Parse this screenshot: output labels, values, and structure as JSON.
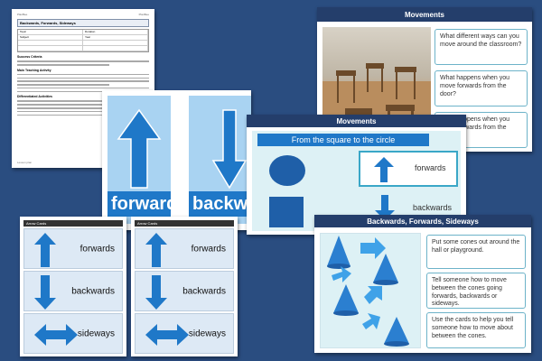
{
  "lesson_plan": {
    "title": "Backwards, Forwards, Sideways",
    "brand": "PlanBee",
    "fields": [
      "Topic",
      "Subject",
      "Year",
      "Duration"
    ],
    "section_heads": [
      "Success Criteria",
      "Main Teaching Activity",
      "Differentiated Activities"
    ],
    "footer": "Lesson plan"
  },
  "big_cards": {
    "card1": {
      "word": "forwards",
      "arrow": "up-arrow"
    },
    "card2": {
      "word": "backwards",
      "arrow": "down-arrow"
    }
  },
  "arrow_sheets": [
    {
      "title": "Arrow Cards",
      "labels": [
        "forwards",
        "backwards",
        "sideways"
      ]
    },
    {
      "title": "Arrow Cards",
      "labels": [
        "forwards",
        "backwards",
        "sideways"
      ]
    }
  ],
  "slide1": {
    "header": "Movements",
    "questions": [
      "What different ways can you move around the classroom?",
      "What happens when you move forwards from the door?",
      "What happens when you move forwards from the sink?"
    ]
  },
  "slide2": {
    "header": "Movements",
    "banner": "From the square to the circle",
    "labels": [
      "forwards",
      "backwards"
    ]
  },
  "slide3": {
    "header": "Backwards, Forwards, Sideways",
    "instructions": [
      "Put some cones out around the hall or playground.",
      "Tell someone how to move between the cones going forwards, backwards or sideways.",
      "Use the cards to help you tell someone how to move about between the cones."
    ]
  },
  "colors": {
    "background": "#2a4d80",
    "header": "#243e6b",
    "arrow": "#1f78c8",
    "card_bg": "#a9d3f2"
  }
}
